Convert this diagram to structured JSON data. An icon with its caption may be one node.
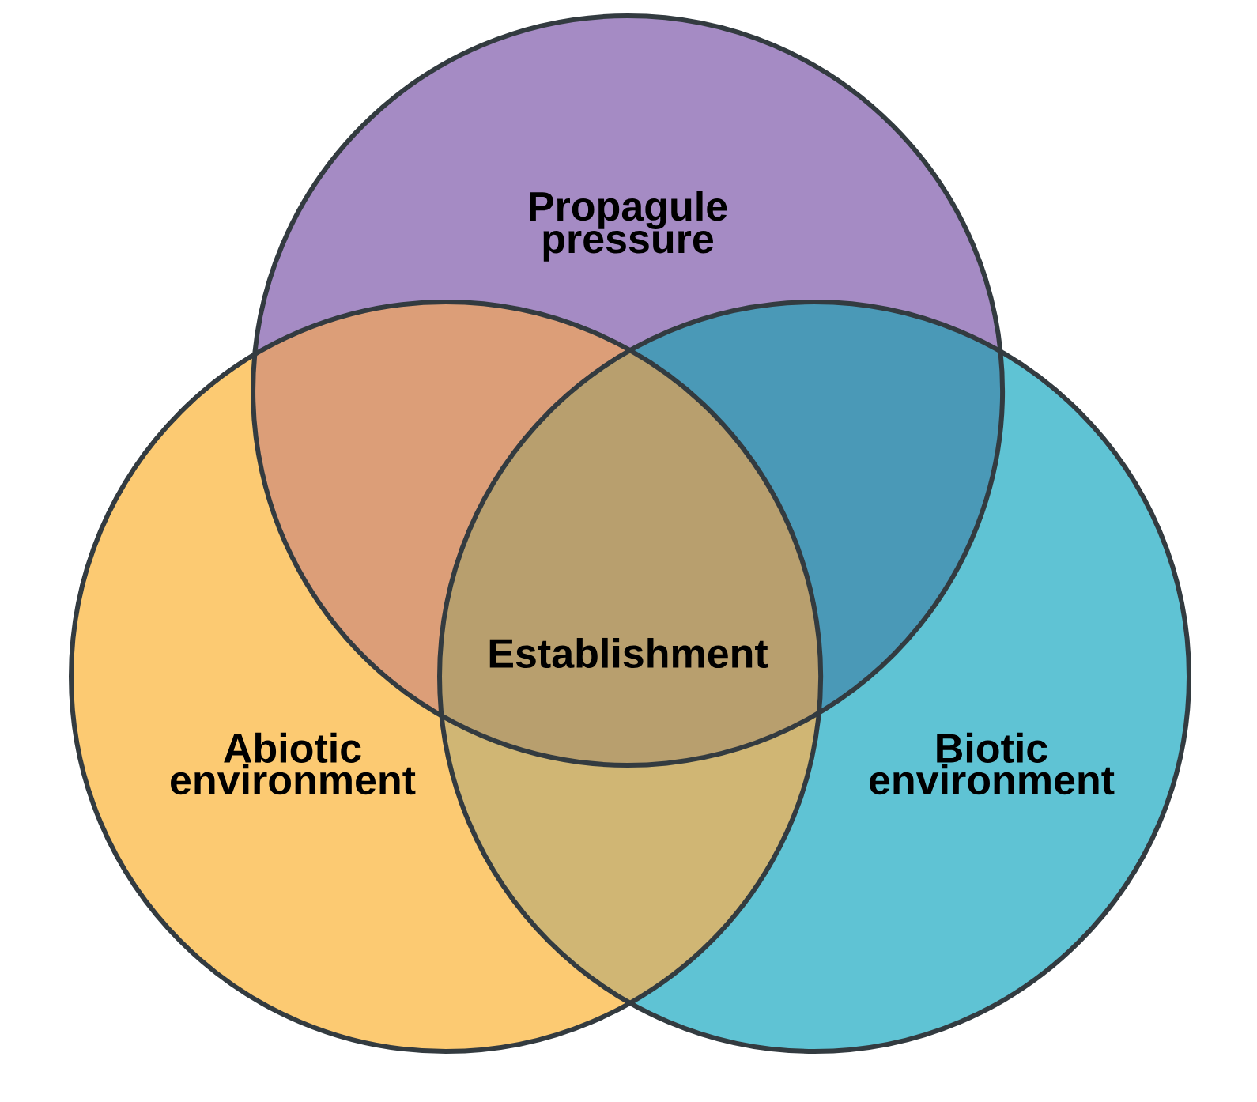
{
  "diagram": {
    "nodes": [
      {
        "text": [
          "Propagule pressure"
        ]
      },
      {
        "text": [
          "Abiotic environment"
        ]
      },
      {
        "text": [
          "Biotic environment"
        ]
      }
    ],
    "labels": [
      "Establishment"
    ]
  }
}
